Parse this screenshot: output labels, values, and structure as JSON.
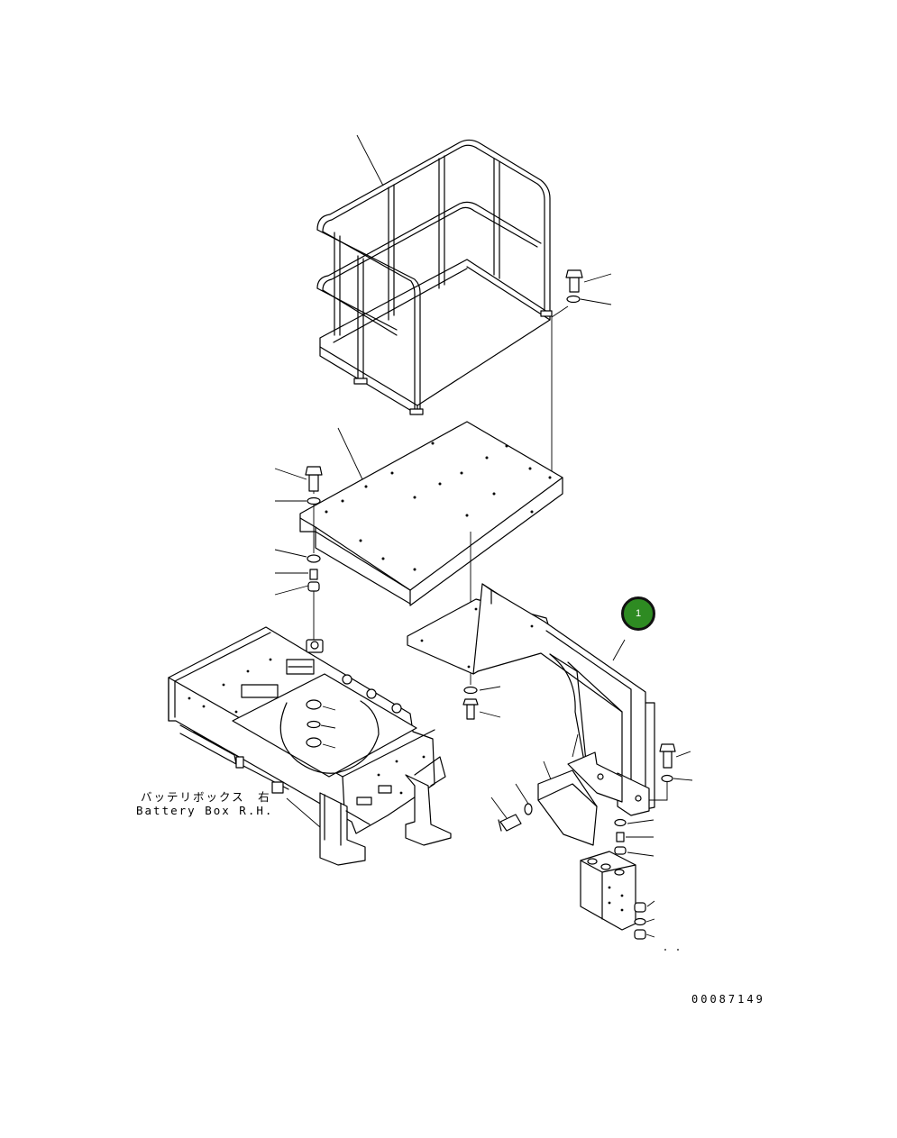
{
  "diagram": {
    "label_jp": "バッテリボックス　右",
    "label_en": "Battery Box R.H.",
    "drawing_number": "00087149",
    "callout": {
      "number": "1",
      "color": "#2e8b22"
    }
  }
}
